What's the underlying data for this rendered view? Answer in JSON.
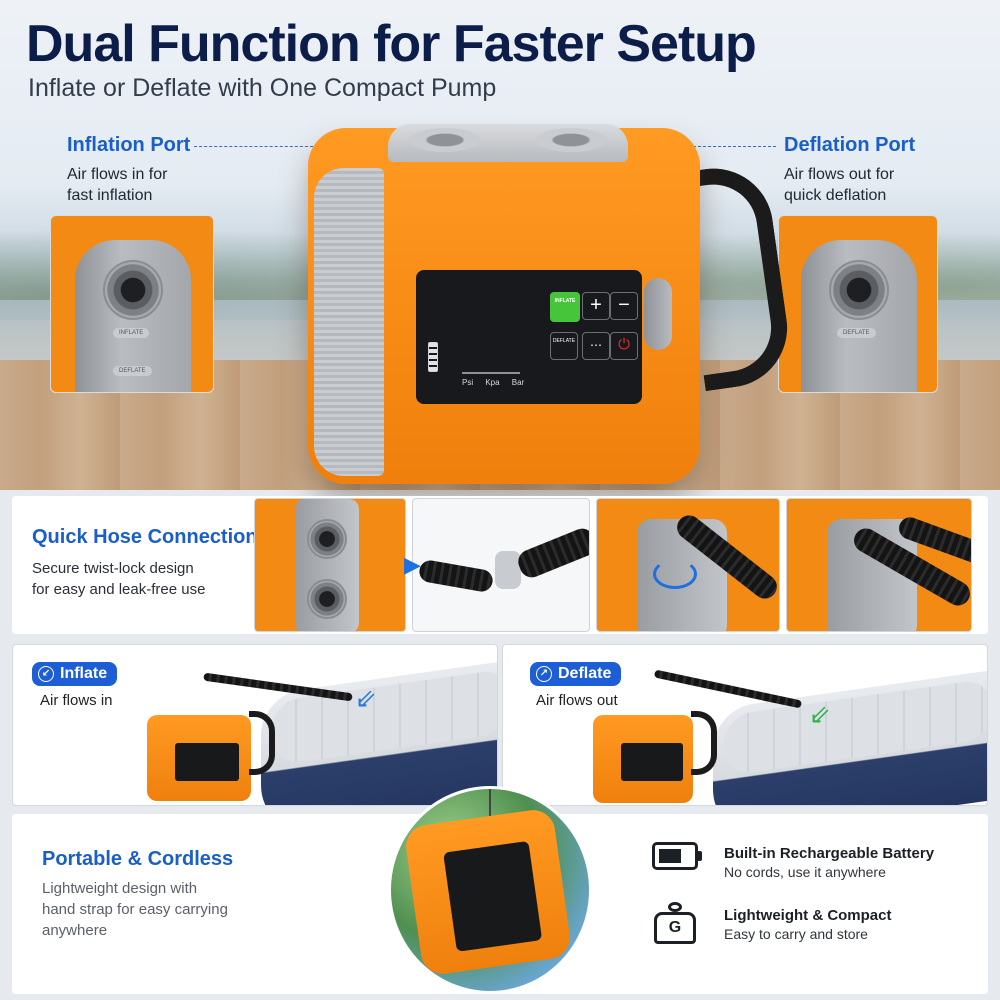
{
  "header": {
    "title": "Dual Function for Faster Setup",
    "subtitle": "Inflate or Deflate with One Compact Pump"
  },
  "inflation_port": {
    "title": "Inflation Port",
    "desc": "Air flows in for\nfast inflation",
    "plate_label_1": "INFLATE",
    "plate_label_2": "DEFLATE"
  },
  "deflation_port": {
    "title": "Deflation Port",
    "desc": "Air flows out for\nquick deflation",
    "plate_label_1": "DEFLATE"
  },
  "pump_panel": {
    "inflate_button": "INFLATE",
    "deflate_button": "DEFLATE",
    "plus": "+",
    "minus": "−",
    "units": "Psi Kpa Bar"
  },
  "hose": {
    "title": "Quick Hose Connection",
    "desc": "Secure twist-lock design\nfor easy and leak-free use"
  },
  "inflate_mode": {
    "label": "Inflate",
    "desc": "Air flows in"
  },
  "deflate_mode": {
    "label": "Deflate",
    "desc": "Air flows out"
  },
  "portable": {
    "title": "Portable & Cordless",
    "desc": "Lightweight design with\nhand strap for easy carrying\nanywhere"
  },
  "features": [
    {
      "icon": "battery-icon",
      "title": "Built-in Rechargeable Battery",
      "desc": "No cords, use it anywhere"
    },
    {
      "icon": "weight-icon",
      "title": "Lightweight & Compact",
      "desc": "Easy to carry and store",
      "glyph": "G"
    }
  ],
  "colors": {
    "accent_blue": "#1a5fc7",
    "pump_orange": "#f28a14",
    "title_navy": "#0c1d4a"
  }
}
